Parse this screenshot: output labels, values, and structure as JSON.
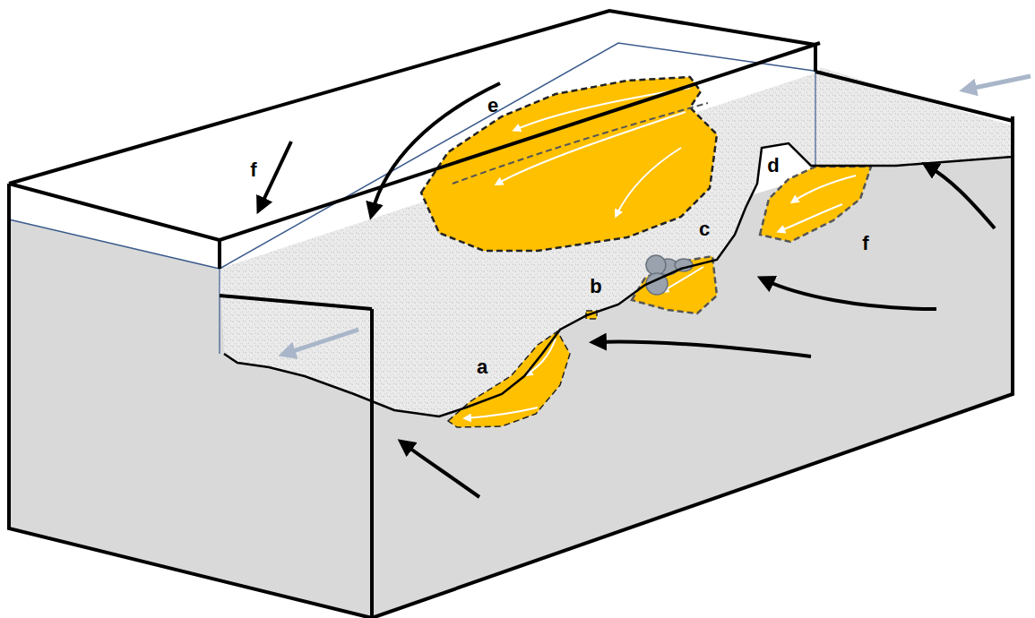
{
  "diagram": {
    "labels": [
      "e",
      "f",
      "d",
      "c",
      "f",
      "b",
      "a"
    ]
  }
}
